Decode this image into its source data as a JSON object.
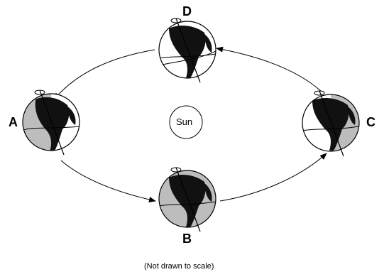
{
  "diagram": {
    "sun_label": "Sun",
    "caption": "(Not drawn to scale)",
    "positions": [
      {
        "id": "A",
        "label": "A"
      },
      {
        "id": "B",
        "label": "B"
      },
      {
        "id": "C",
        "label": "C"
      },
      {
        "id": "D",
        "label": "D"
      }
    ],
    "colors": {
      "ink": "#000000",
      "land": "#111111",
      "night_shade": "#bdbdbd",
      "background": "#ffffff"
    }
  }
}
